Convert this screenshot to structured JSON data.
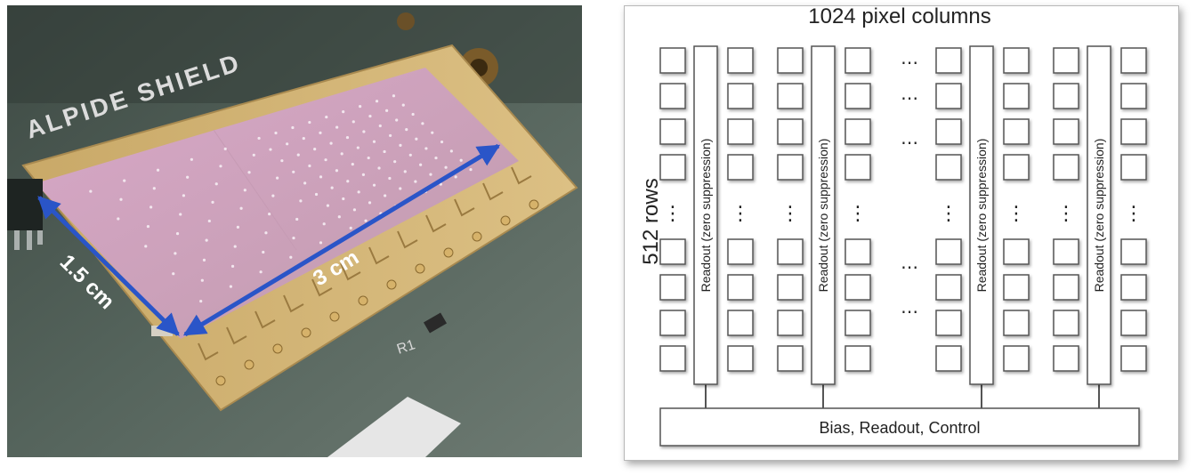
{
  "photo": {
    "chip_label": "ALPIDE SHIELD",
    "board_marking": "R1",
    "width_dimension": "1.5 cm",
    "length_dimension": "3 cm",
    "arrow_color": "#2a55c8"
  },
  "diagram": {
    "columns_label": "1024 pixel columns",
    "rows_label": "512 rows",
    "readout_label": "Readout (zero suppression)",
    "bottom_block_label": "Bias, Readout, Control",
    "ellipsis": "⋯",
    "vertical_ellipsis": "⋮"
  }
}
